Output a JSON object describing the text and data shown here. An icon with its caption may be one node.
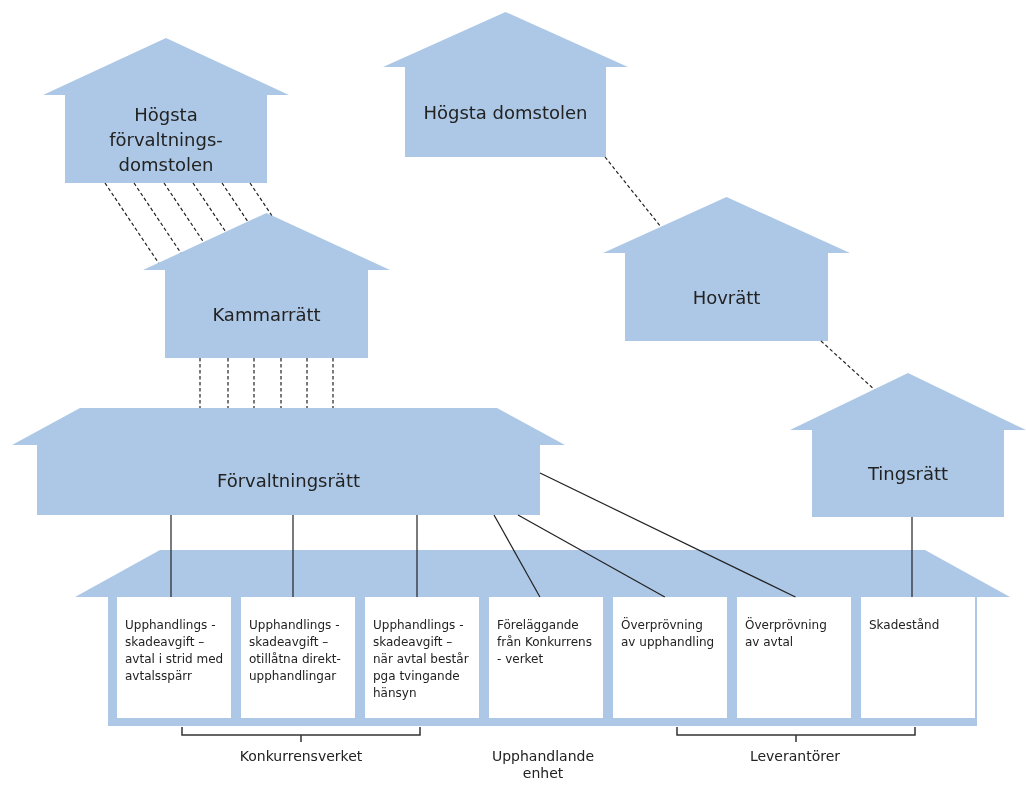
{
  "diagram": {
    "nodes": [
      {
        "text": [
          "Högsta förvaltnings- domstolen"
        ]
      },
      {
        "text": [
          "Högsta domstolen"
        ]
      },
      {
        "text": [
          "Kammarrätt"
        ]
      },
      {
        "text": [
          "Hovrätt"
        ]
      },
      {
        "text": [
          "Förvaltningsrätt"
        ]
      },
      {
        "text": [
          "Tingsrätt"
        ]
      },
      {
        "text": [],
        "shape": "house"
      },
      {
        "text": [
          "Upphandlings - skadeavgift – avtal i strid med avtalsspärr"
        ],
        "in": 6
      },
      {
        "text": [
          "Upphandlings - skadeavgift – otillåtna direkt- upphandlingar"
        ],
        "in": 6
      },
      {
        "text": [
          "Upphandlings - skadeavgift – när avtal består pga tvingande hänsyn"
        ],
        "in": 6
      },
      {
        "text": [
          "Föreläggande från Konkurrens - verket"
        ],
        "in": 6
      },
      {
        "text": [
          "Överprövning av upphandling"
        ],
        "in": 6
      },
      {
        "text": [
          "Överprövning av avtal"
        ],
        "in": 6
      },
      {
        "text": [
          "Skadestånd"
        ],
        "in": 6
      }
    ],
    "edges": [
      {
        "from": 0,
        "to": 2,
        "arrow": "none",
        "style": "dashed"
      },
      {
        "from": 0,
        "to": 2,
        "arrow": "none",
        "style": "dashed"
      },
      {
        "from": 0,
        "to": 2,
        "arrow": "none",
        "style": "dashed"
      },
      {
        "from": 0,
        "to": 2,
        "arrow": "none",
        "style": "dashed"
      },
      {
        "from": 0,
        "to": 2,
        "arrow": "none",
        "style": "dashed"
      },
      {
        "from": 0,
        "to": 2,
        "arrow": "none",
        "style": "dashed"
      },
      {
        "from": 2,
        "to": 4,
        "arrow": "none",
        "style": "dashed"
      },
      {
        "from": 2,
        "to": 4,
        "arrow": "none",
        "style": "dashed"
      },
      {
        "from": 2,
        "to": 4,
        "arrow": "none",
        "style": "dashed"
      },
      {
        "from": 2,
        "to": 4,
        "arrow": "none",
        "style": "dashed"
      },
      {
        "from": 2,
        "to": 4,
        "arrow": "none",
        "style": "dashed"
      },
      {
        "from": 2,
        "to": 4,
        "arrow": "none",
        "style": "dashed"
      },
      {
        "from": 1,
        "to": 3,
        "arrow": "none",
        "style": "dashed"
      },
      {
        "from": 3,
        "to": 5,
        "arrow": "none",
        "style": "dashed"
      },
      {
        "from": 4,
        "to": 7,
        "arrow": "none"
      },
      {
        "from": 4,
        "to": 8,
        "arrow": "none"
      },
      {
        "from": 4,
        "to": 9,
        "arrow": "none"
      },
      {
        "from": 4,
        "to": 10,
        "arrow": "none"
      },
      {
        "from": 4,
        "to": 11,
        "arrow": "none"
      },
      {
        "from": 4,
        "to": 12,
        "arrow": "none"
      },
      {
        "from": 5,
        "to": 13,
        "arrow": "none"
      }
    ],
    "labels": [
      "Konkurrensverket",
      "Upphandlande enhet",
      "Leverantörer"
    ]
  }
}
